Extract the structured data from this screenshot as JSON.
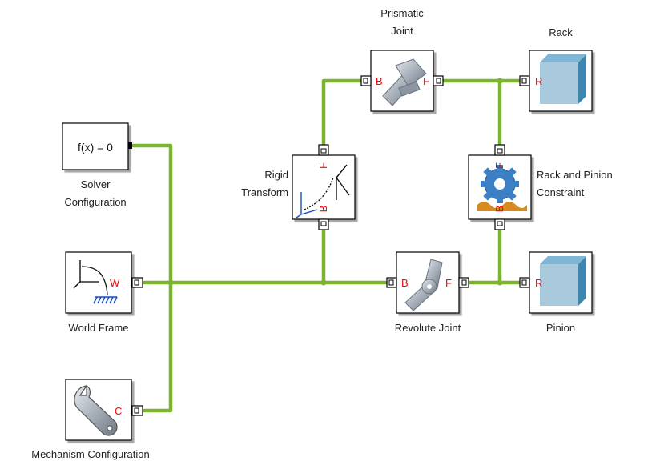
{
  "blocks": {
    "solver": {
      "expr": "f(x) = 0",
      "label_line1": "Solver",
      "label_line2": "Configuration"
    },
    "world": {
      "port": "W",
      "label": "World Frame"
    },
    "mechanism": {
      "port": "C",
      "label": "Mechanism Configuration"
    },
    "rigid": {
      "port_top": "F",
      "port_bottom": "B",
      "label_line1": "Rigid",
      "label_line2": "Transform"
    },
    "prismatic": {
      "port_left": "B",
      "port_right": "F",
      "label_line1": "Prismatic",
      "label_line2": "Joint"
    },
    "rack": {
      "port": "R",
      "label": "Rack"
    },
    "rackpinion": {
      "port_top": "F",
      "port_bottom": "B",
      "label_line1": "Rack and Pinion",
      "label_line2": "Constraint"
    },
    "revolute": {
      "port_left": "B",
      "port_right": "F",
      "label": "Revolute Joint"
    },
    "pinion": {
      "port": "R",
      "label": "Pinion"
    }
  },
  "colors": {
    "connection": "#7ab52d",
    "port_text": "#ff0000",
    "block_border": "#000000",
    "cube_front": "#a9c9dc",
    "cube_side": "#3f86ae",
    "cube_top": "#7fb5d5",
    "gear": "#3b7fc4",
    "rack_teeth": "#d98a1e"
  }
}
